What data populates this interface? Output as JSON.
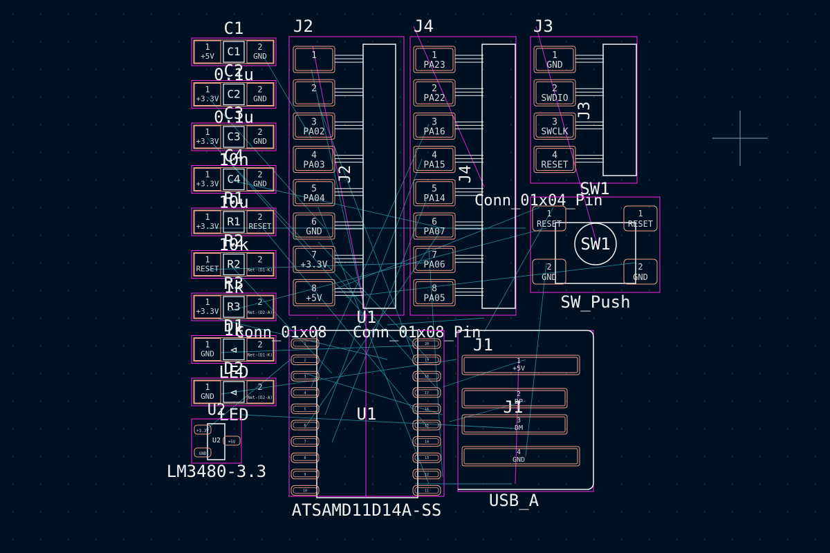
{
  "colors": {
    "background": "#001023",
    "courtyard": "#ff26e2",
    "pad_outline": "#f2a08a",
    "silkscreen": "#f2f2f2",
    "ratsnest": "#2fa7b3",
    "grid": "#3a4a5c"
  },
  "passives": [
    {
      "ref": "C1",
      "value": "0.1u",
      "pad1_net": "+5V",
      "pad2_net": "GND"
    },
    {
      "ref": "C2",
      "value": "0.1u",
      "pad1_net": "+3.3V",
      "pad2_net": "GND"
    },
    {
      "ref": "C3",
      "value": "10n",
      "pad1_net": "+3.3V",
      "pad2_net": "GND"
    },
    {
      "ref": "C4",
      "value": "10u",
      "pad1_net": "+3.3V",
      "pad2_net": "GND"
    },
    {
      "ref": "R1",
      "value": "10k",
      "pad1_net": "+3.3V",
      "pad2_net": "RESET"
    },
    {
      "ref": "R2",
      "value": "1k",
      "pad1_net": "RESET",
      "pad2_net": "Net-(D1-K)"
    },
    {
      "ref": "R3",
      "value": "1k",
      "pad1_net": "+3.3V",
      "pad2_net": "Net-(D2-A)"
    },
    {
      "ref": "D1",
      "value": "LED",
      "pad1_net": "GND",
      "pad2_net": "Net-(D1-K)"
    },
    {
      "ref": "D2",
      "value": "LED",
      "pad1_net": "GND",
      "pad2_net": "Net-(D2-A)"
    }
  ],
  "headers": [
    {
      "ref": "J2",
      "value": "Conn_01x08",
      "pins": [
        {
          "num": "1",
          "net": ""
        },
        {
          "num": "2",
          "net": ""
        },
        {
          "num": "3",
          "net": "PA02"
        },
        {
          "num": "4",
          "net": "PA03"
        },
        {
          "num": "5",
          "net": "PA04"
        },
        {
          "num": "6",
          "net": "GND"
        },
        {
          "num": "7",
          "net": "+3.3V"
        },
        {
          "num": "8",
          "net": "+5V"
        }
      ]
    },
    {
      "ref": "J4",
      "value": "Conn_01x08_Pin",
      "pins": [
        {
          "num": "1",
          "net": "PA23"
        },
        {
          "num": "2",
          "net": "PA22"
        },
        {
          "num": "3",
          "net": "PA16"
        },
        {
          "num": "4",
          "net": "PA15"
        },
        {
          "num": "5",
          "net": "PA14"
        },
        {
          "num": "6",
          "net": "PA07"
        },
        {
          "num": "7",
          "net": "PA06"
        },
        {
          "num": "8",
          "net": "PA05"
        }
      ]
    },
    {
      "ref": "J3",
      "value": "Conn_01x04_Pin",
      "pins": [
        {
          "num": "1",
          "net": "GND"
        },
        {
          "num": "2",
          "net": "SWDIO"
        },
        {
          "num": "3",
          "net": "SWCLK"
        },
        {
          "num": "4",
          "net": "RESET"
        }
      ]
    }
  ],
  "switch": {
    "ref": "SW1",
    "value": "SW_Push",
    "pads": [
      {
        "num": "1",
        "net": "RESET"
      },
      {
        "num": "1",
        "net": "RESET"
      },
      {
        "num": "2",
        "net": "GND"
      },
      {
        "num": "2",
        "net": "GND"
      }
    ]
  },
  "usb": {
    "ref": "J1",
    "value": "USB_A",
    "pins": [
      {
        "num": "1",
        "net": "+5V"
      },
      {
        "num": "2",
        "net": "DP"
      },
      {
        "num": "3",
        "net": "DM"
      },
      {
        "num": "4",
        "net": "GND"
      }
    ]
  },
  "mcu": {
    "ref": "U1",
    "value": "ATSAMD11D14A-SS",
    "pins_per_side": 10
  },
  "regulator": {
    "ref": "U2",
    "value": "LM3480-3.3",
    "pads": [
      "+3.3V",
      "GND",
      "+5V"
    ]
  }
}
